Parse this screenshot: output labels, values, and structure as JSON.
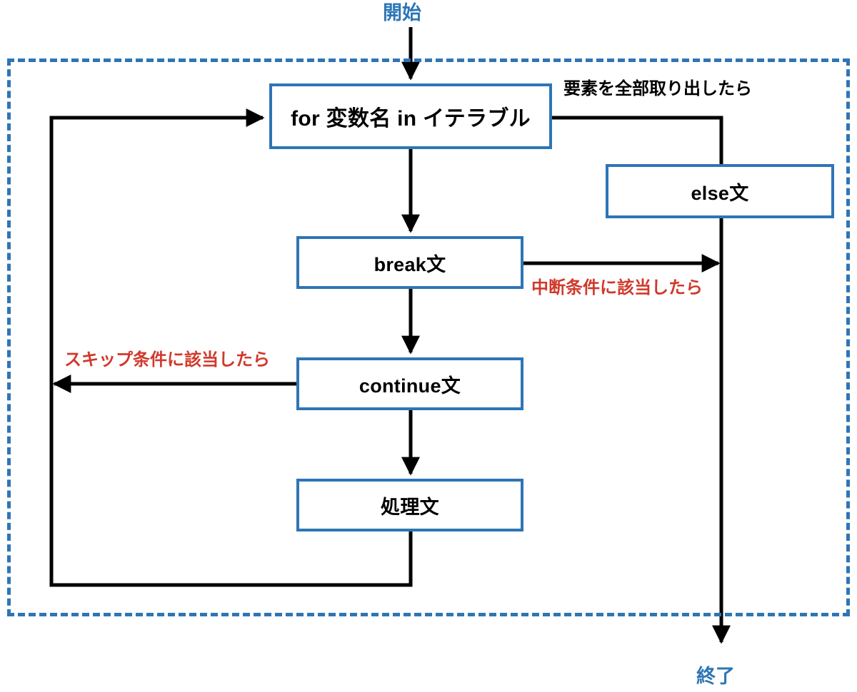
{
  "diagram": {
    "title_colors": {
      "accent_blue": "#2E75B6",
      "alert_red": "#D0392B",
      "line_black": "#000000",
      "background": "#FFFFFF"
    },
    "terminals": {
      "start": "開始",
      "end": "終了"
    },
    "loop_scope": {
      "name": "for-loop-scope",
      "border_style": "dashed",
      "border_color": "#2E75B6"
    },
    "nodes": [
      {
        "id": "for",
        "label": "for 変数名 in イテラブル"
      },
      {
        "id": "else",
        "label": "else文"
      },
      {
        "id": "break",
        "label": "break文"
      },
      {
        "id": "continue",
        "label": "continue文"
      },
      {
        "id": "process",
        "label": "処理文"
      }
    ],
    "edge_labels": [
      {
        "id": "exhausted",
        "text": "要素を全部取り出したら",
        "color": "#000000"
      },
      {
        "id": "break-cond",
        "text": "中断条件に該当したら",
        "color": "#D0392B"
      },
      {
        "id": "skip-cond",
        "text": "スキップ条件に該当したら",
        "color": "#D0392B"
      }
    ]
  }
}
